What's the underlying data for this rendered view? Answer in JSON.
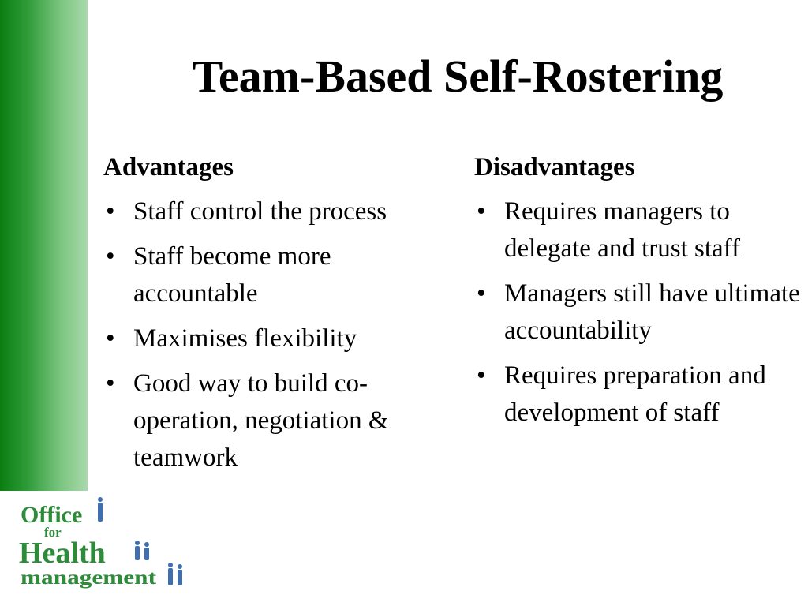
{
  "slide": {
    "title": "Team-Based Self-Rostering",
    "accent_color": "#0a7d12"
  },
  "advantages": {
    "heading": "Advantages",
    "items": [
      "Staff control the process",
      "Staff become more accountable",
      "Maximises flexibility",
      "Good way to build co-operation, negotiation & teamwork"
    ]
  },
  "disadvantages": {
    "heading": "Disadvantages",
    "items": [
      "Requires managers to delegate and trust staff",
      "Managers still have ultimate accountability",
      "Requires preparation and development of staff"
    ]
  },
  "logo": {
    "line1": "Office",
    "line2": "for",
    "line3": "Health",
    "line4": "management",
    "color": "#2e8b3a"
  }
}
